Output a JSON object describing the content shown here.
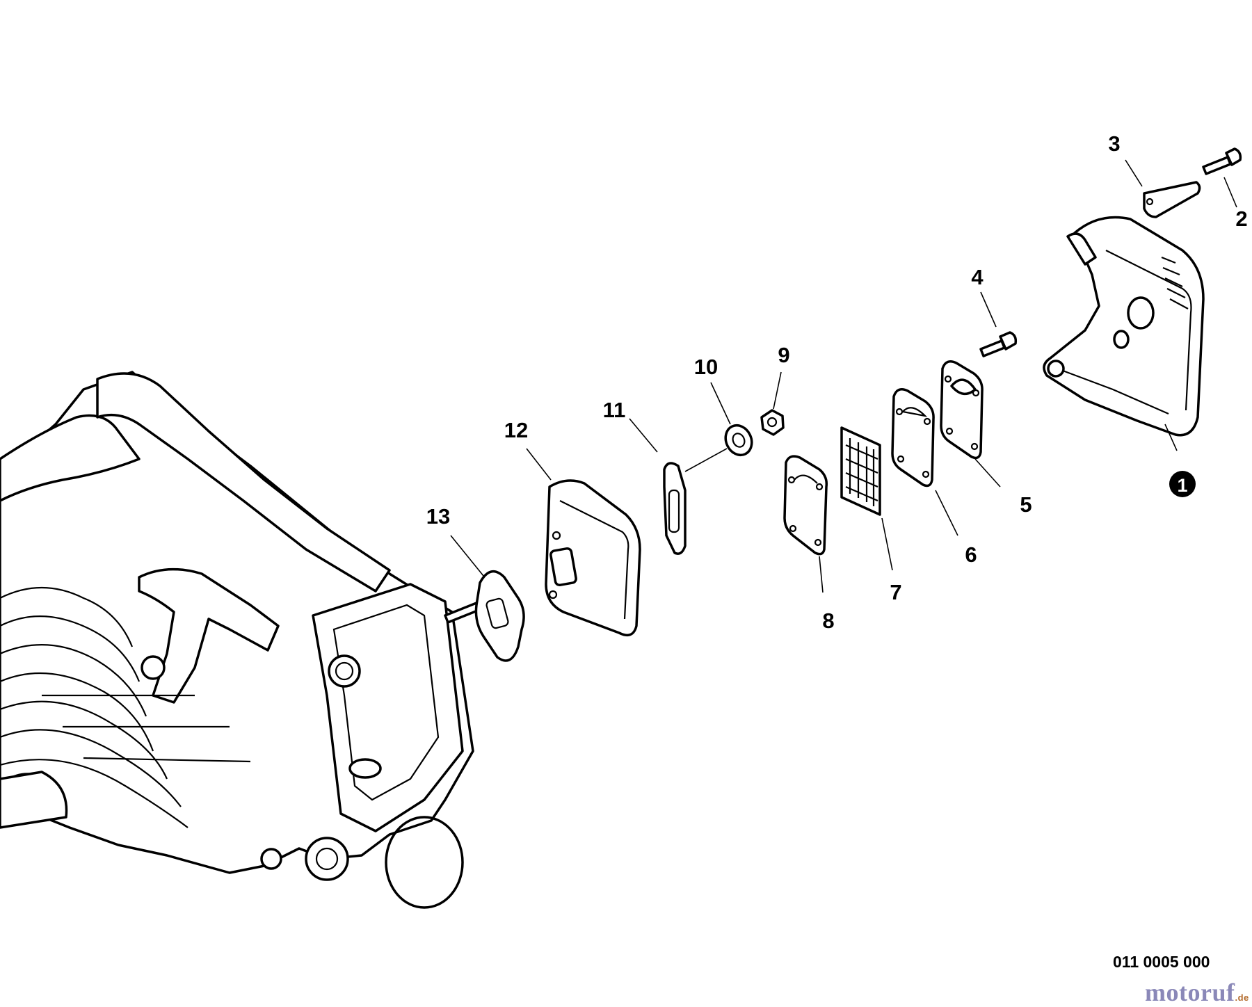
{
  "callouts": [
    "1",
    "2",
    "3",
    "4",
    "5",
    "6",
    "7",
    "8",
    "9",
    "10",
    "11",
    "12",
    "13"
  ],
  "drawing_number": "011 0005 000",
  "watermark": {
    "brand": "motoruf",
    "tld": ".de"
  }
}
